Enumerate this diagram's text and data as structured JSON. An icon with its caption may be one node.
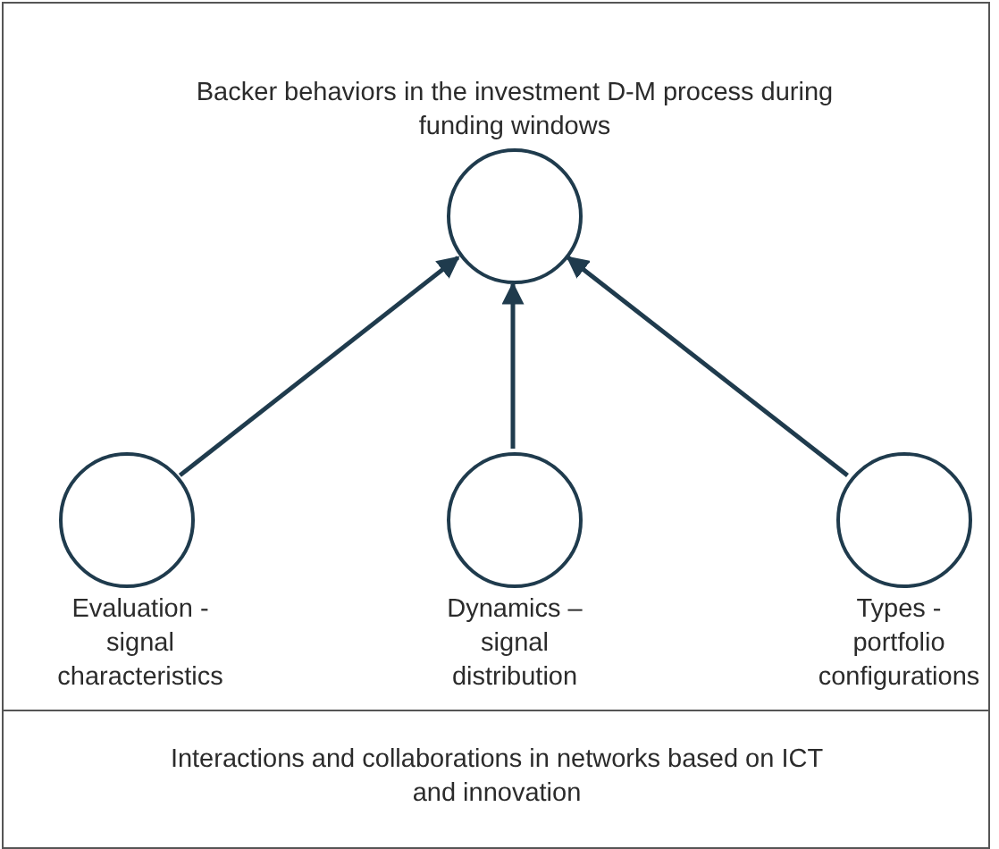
{
  "diagram": {
    "nodes": [
      {
        "text": [],
        "shape": "box"
      },
      {
        "text": [
          "Backer behaviors in the investment D-M process during funding windows"
        ],
        "in": 0
      },
      {
        "text": [
          "Evaluation - signal characteristics"
        ],
        "in": 0
      },
      {
        "text": [
          "Dynamics – signal distribution"
        ],
        "in": 0
      },
      {
        "text": [
          "Types - portfolio configurations"
        ],
        "in": 0
      },
      {
        "text": [
          "Interactions and collaborations in networks based on ICT and innovation"
        ]
      }
    ],
    "edges": [
      {
        "from": 2,
        "to": 1,
        "arrow": "to"
      },
      {
        "from": 3,
        "to": 1,
        "arrow": "to"
      },
      {
        "from": 4,
        "to": 1,
        "arrow": "to"
      }
    ]
  }
}
